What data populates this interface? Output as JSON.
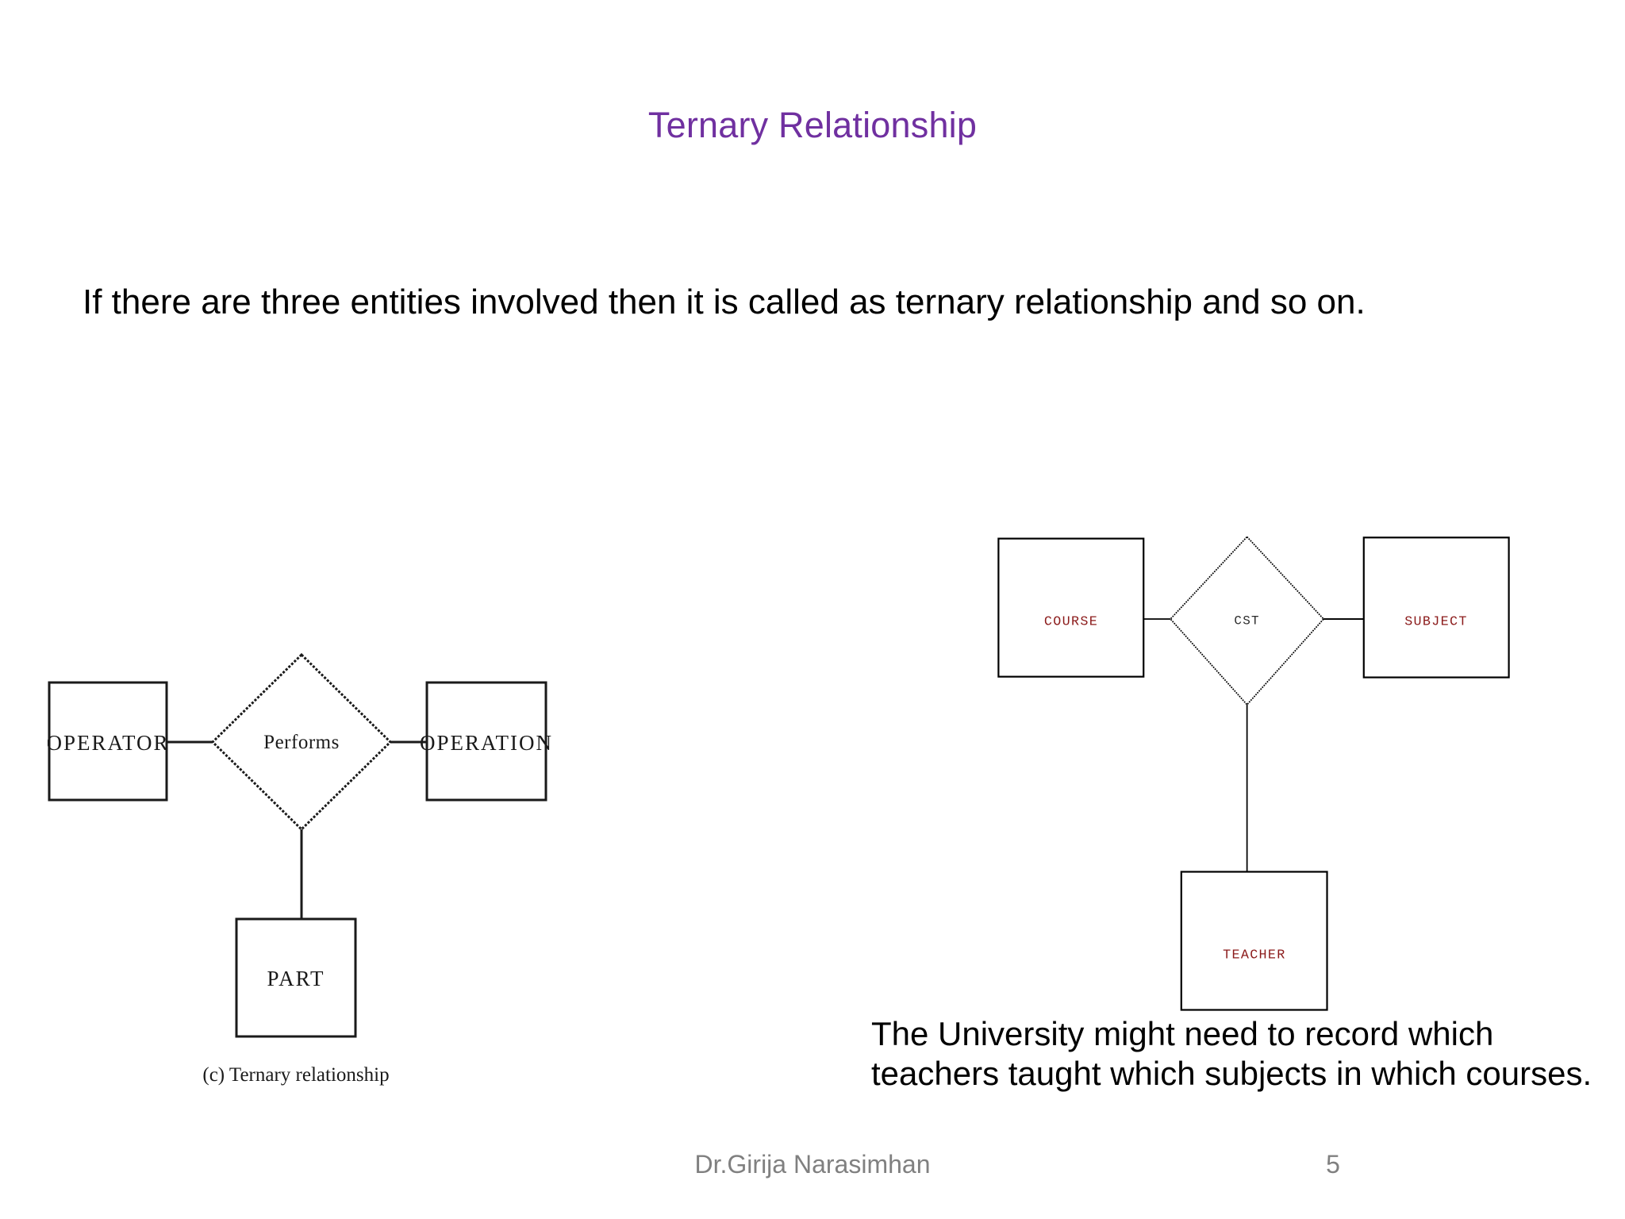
{
  "slide": {
    "title": "Ternary Relationship",
    "title_color": "#7030A0",
    "background_color": "#ffffff",
    "intro_text": "If there are three entities involved then it is called as ternary relationship and so on.",
    "right_caption": "The University might need to record which teachers taught which subjects in which courses."
  },
  "footer": {
    "author": "Dr.Girija Narasimhan",
    "page_number": "5"
  },
  "diagram_left": {
    "caption": "(c) Ternary relationship",
    "entity_color": "#1a1a1a",
    "line_color": "#1a1a1a",
    "entities": [
      {
        "label": "OPERATOR",
        "shape": "rectangle",
        "position": "left"
      },
      {
        "label": "OPERATION",
        "shape": "rectangle",
        "position": "right"
      },
      {
        "label": "PART",
        "shape": "rectangle",
        "position": "bottom"
      }
    ],
    "relationship": {
      "label": "Performs",
      "shape": "diamond"
    },
    "connections": [
      {
        "from": "OPERATOR",
        "to": "Performs"
      },
      {
        "from": "Performs",
        "to": "OPERATION"
      },
      {
        "from": "Performs",
        "to": "PART"
      }
    ]
  },
  "diagram_right": {
    "entity_color": "#8B1A1A",
    "relationship_color": "#2b2b2b",
    "line_color": "#000000",
    "entities": [
      {
        "label": "COURSE",
        "shape": "rectangle",
        "position": "left"
      },
      {
        "label": "SUBJECT",
        "shape": "rectangle",
        "position": "right"
      },
      {
        "label": "TEACHER",
        "shape": "rectangle",
        "position": "bottom"
      }
    ],
    "relationship": {
      "label": "CST",
      "shape": "diamond"
    },
    "connections": [
      {
        "from": "COURSE",
        "to": "CST"
      },
      {
        "from": "CST",
        "to": "SUBJECT"
      },
      {
        "from": "CST",
        "to": "TEACHER"
      }
    ]
  }
}
